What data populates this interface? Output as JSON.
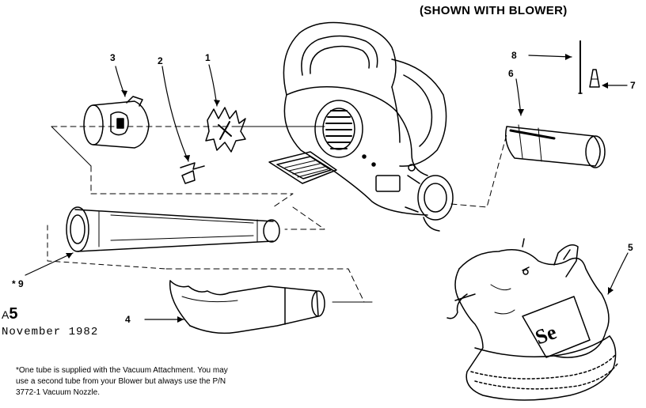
{
  "header": "(SHOWN WITH BLOWER)",
  "callouts": {
    "c1": "1",
    "c2": "2",
    "c3": "3",
    "c4": "4",
    "c5": "5",
    "c6": "6",
    "c7": "7",
    "c8": "8",
    "c9": "* 9"
  },
  "doc_mark": {
    "prefix": "A",
    "number": "5"
  },
  "date": "November 1982",
  "footnote": {
    "line1": "*One tube is supplied with the Vacuum Attachment. You may",
    "line2": "use a second tube from your Blower but always use the P/N",
    "line3": "3772-1 Vacuum Nozzle."
  },
  "bag_print": "Se"
}
